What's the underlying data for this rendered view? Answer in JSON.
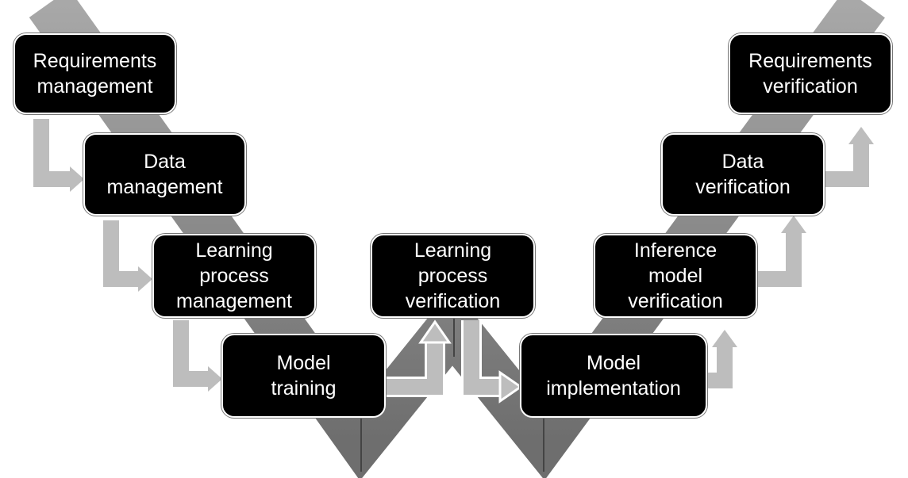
{
  "left_stages": [
    {
      "label": "Requirements\nmanagement"
    },
    {
      "label": "Data\nmanagement"
    },
    {
      "label": "Learning\nprocess\nmanagement"
    },
    {
      "label": "Model\ntraining"
    }
  ],
  "center_stage": {
    "label": "Learning\nprocess\nverification"
  },
  "right_stages": [
    {
      "label": "Model\nimplementation"
    },
    {
      "label": "Inference\nmodel\nverification"
    },
    {
      "label": "Data\nverification"
    },
    {
      "label": "Requirements\nverification"
    }
  ],
  "colors": {
    "band": "#8c8c8c",
    "arrow": "#bdbdbd",
    "box": "#000000"
  }
}
